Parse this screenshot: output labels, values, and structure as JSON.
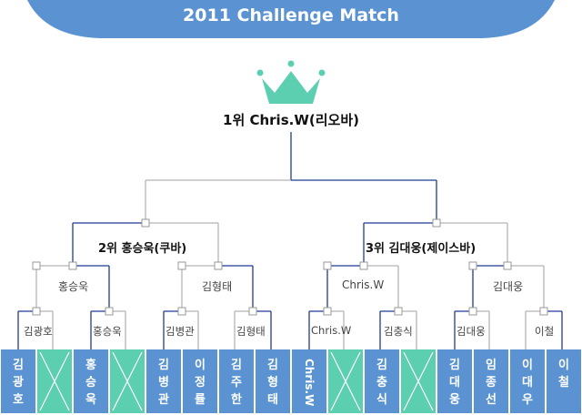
{
  "title": "2011 Challenge Match",
  "champion": "1위 Chris.W(리오바)",
  "rank2": "2위 홍승욱(쿠바)",
  "rank3": "3위 김대웅(제이스바)",
  "semifinalists": [
    "홍승욱",
    "김형태",
    "Chris.W",
    "김대웅"
  ],
  "quarterfinalists": [
    "김광호",
    "홍승욱",
    "김병관",
    "김형태",
    "Chris.W",
    "김충식",
    "김대웅",
    "이철"
  ],
  "players": [
    {
      "name": "김광호",
      "slot": "player"
    },
    {
      "name": "",
      "slot": "empty"
    },
    {
      "name": "홍승욱",
      "slot": "player"
    },
    {
      "name": "",
      "slot": "empty"
    },
    {
      "name": "김병관",
      "slot": "player"
    },
    {
      "name": "이정률",
      "slot": "player"
    },
    {
      "name": "김주한",
      "slot": "player"
    },
    {
      "name": "김형태",
      "slot": "player"
    },
    {
      "name": "Chris.W",
      "slot": "player"
    },
    {
      "name": "",
      "slot": "empty"
    },
    {
      "name": "김충식",
      "slot": "player"
    },
    {
      "name": "",
      "slot": "empty"
    },
    {
      "name": "김대웅",
      "slot": "player"
    },
    {
      "name": "임종선",
      "slot": "player"
    },
    {
      "name": "이대우",
      "slot": "player"
    },
    {
      "name": "이철",
      "slot": "player"
    }
  ],
  "colors": {
    "banner": "#5b93d2",
    "tile_blue": "#5b93d2",
    "tile_green": "#5ccfb1",
    "crown": "#5ccfb1",
    "line_win": "#1f3a93",
    "line_lose": "#b5b5b5"
  }
}
